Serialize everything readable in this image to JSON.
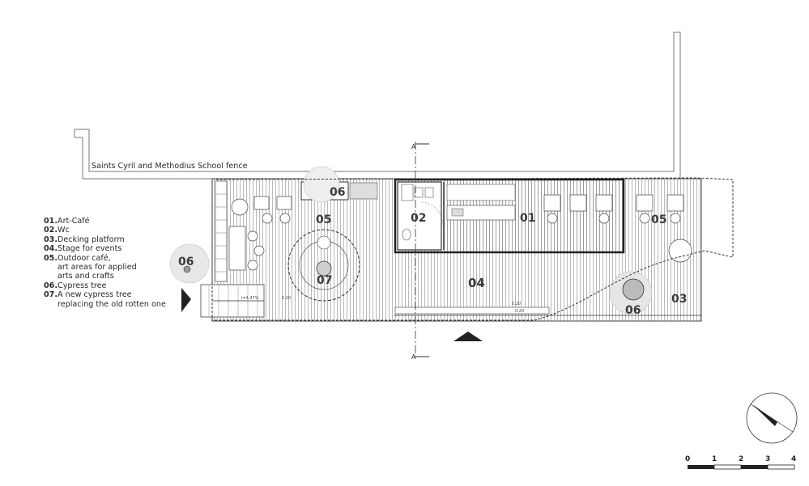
{
  "fence_label": "Saints Cyril and Methodius School fence",
  "section_marker": "A",
  "zones": {
    "z01": "01",
    "z02": "02",
    "z03": "03",
    "z04": "04",
    "z05a": "05",
    "z05b": "05",
    "z06a": "06",
    "z06b": "06",
    "z06c": "06",
    "z07": "07"
  },
  "dimensions": {
    "ramp_slope": "i=4.47%",
    "d1": "0.20",
    "d2": "0.20",
    "d3": "0.20"
  },
  "legend": [
    {
      "num": "01.",
      "text": "Art-Café"
    },
    {
      "num": "02.",
      "text": "Wc"
    },
    {
      "num": "03.",
      "text": "Decking platform"
    },
    {
      "num": "04.",
      "text": "Stage for events"
    },
    {
      "num": "05.",
      "text": "Outdoor café,\nart areas for applied\narts and crafts"
    },
    {
      "num": "06.",
      "text": "Cypress tree"
    },
    {
      "num": "07.",
      "text": "A new cypress tree\nreplacing the old rotten one"
    }
  ],
  "scale_bar": {
    "labels": [
      "0",
      "1",
      "2",
      "3",
      "4"
    ]
  },
  "north_arrow_icon": "north-arrow-icon"
}
